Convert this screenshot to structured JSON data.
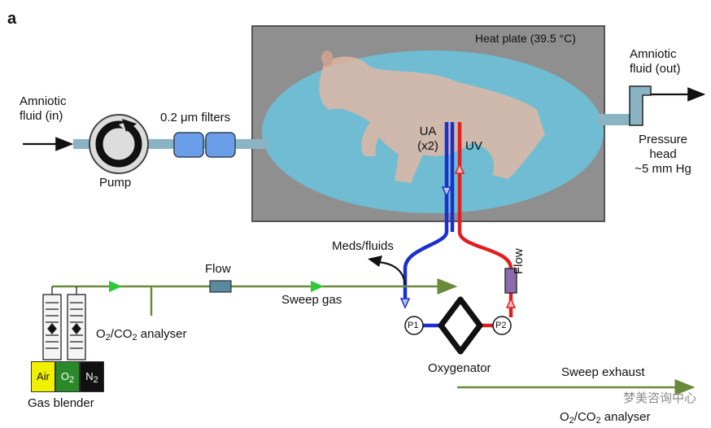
{
  "panel_label": "a",
  "heat_plate": {
    "label": "Heat plate (39.5 °C)"
  },
  "amniotic_in": {
    "line1": "Amniotic",
    "line2": "fluid (in)"
  },
  "amniotic_out": {
    "line1": "Amniotic",
    "line2": "fluid (out)"
  },
  "pump": {
    "label": "Pump"
  },
  "filters": {
    "label": "0.2 μm filters"
  },
  "pressure_head": {
    "line1": "Pressure",
    "line2": "head",
    "line3": "~5 mm Hg"
  },
  "vessels": {
    "ua_line1": "UA",
    "ua_line2": "(x2)",
    "uv": "UV"
  },
  "meds": {
    "label": "Meds/fluids"
  },
  "flow_gas": {
    "label": "Flow"
  },
  "flow_vertical": {
    "label": "Flow"
  },
  "sweep_gas": {
    "label": "Sweep gas"
  },
  "analyser_top": {
    "prefix": "O",
    "mid": "/CO",
    "suffix": " analyser",
    "sub": "2"
  },
  "analyser_bottom": {
    "prefix": "O",
    "mid": "/CO",
    "suffix": " analyser",
    "sub": "2"
  },
  "pumps": {
    "p1": "P1",
    "p2": "P2"
  },
  "oxygenator": {
    "label": "Oxygenator"
  },
  "gas_blender": {
    "label": "Gas blender",
    "air": "Air",
    "o2": "O",
    "o2_sub": "2",
    "n2": "N",
    "n2_sub": "2"
  },
  "sweep_exhaust": {
    "label": "Sweep exhaust"
  },
  "watermark": {
    "text": "梦美咨询中心"
  },
  "colors": {
    "fluid": "#8ab4c4",
    "bath": "#6ec0d8",
    "plate": "#8f8f8f",
    "artery": "#1a2fd0",
    "vein": "#e02020",
    "gas_line": "#6a8a3a",
    "gas_arrow": "#2ec838",
    "air": "#f0f000",
    "o2": "#2a8a2a",
    "n2": "#111111"
  }
}
